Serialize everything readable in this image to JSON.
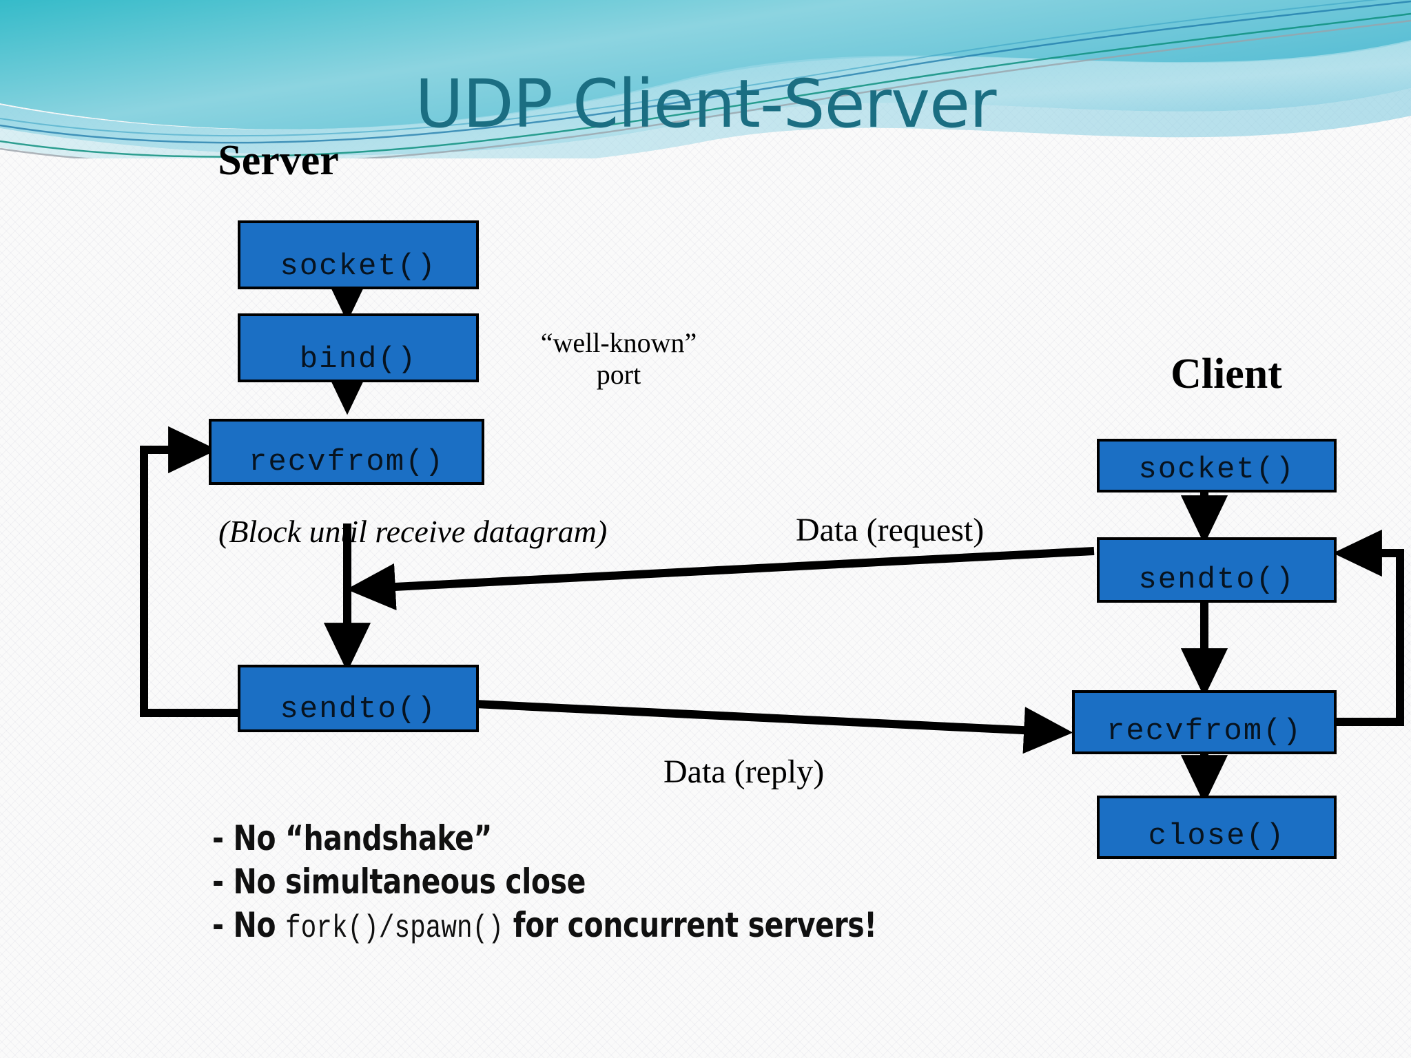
{
  "slide": {
    "title": "UDP Client-Server",
    "title_color": "#1B6E82",
    "box_color": "#1B6FC4",
    "background_color": "#FAFAFA"
  },
  "server": {
    "heading": "Server",
    "steps": [
      {
        "label": "socket()"
      },
      {
        "label": "bind()"
      },
      {
        "label": "recvfrom()"
      },
      {
        "label": "sendto()"
      }
    ],
    "block_note": "(Block until receive datagram)"
  },
  "client": {
    "heading": "Client",
    "steps": [
      {
        "label": "socket()"
      },
      {
        "label": "sendto()"
      },
      {
        "label": "recvfrom()"
      },
      {
        "label": "close()"
      }
    ]
  },
  "annotations": {
    "well_known_port_line1": "“well-known”",
    "well_known_port_line2": "port",
    "data_request": "Data (request)",
    "data_reply": "Data (reply)"
  },
  "notes": {
    "line1": "- No “handshake”",
    "line2": "- No simultaneous close",
    "line3_prefix": "- No ",
    "line3_code": "fork()/spawn()",
    "line3_suffix": " for concurrent servers!"
  }
}
